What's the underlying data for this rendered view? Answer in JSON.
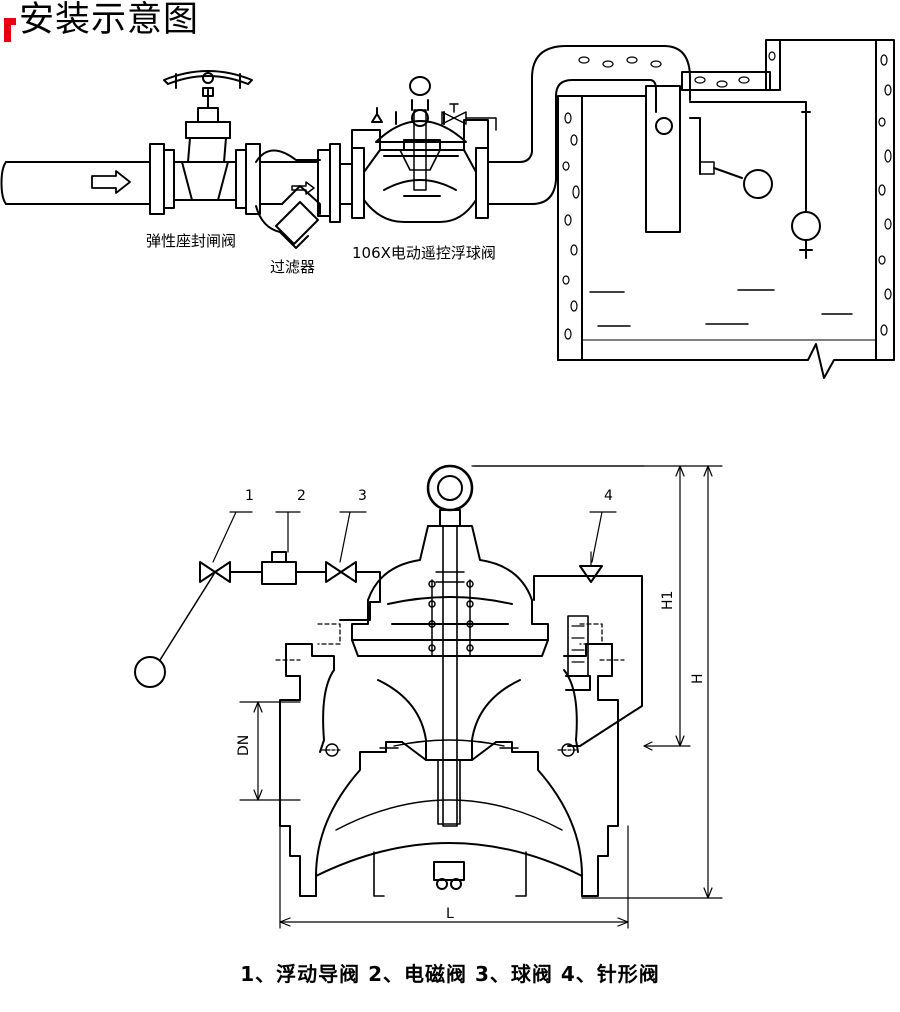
{
  "header": {
    "title": "安装示意图",
    "accent_color": "#e60012"
  },
  "installation": {
    "gate_valve_label": "弹性座封闸阀",
    "filter_label": "过滤器",
    "main_valve_label": "106X电动遥控浮球阀"
  },
  "section": {
    "callouts": [
      "1",
      "2",
      "3",
      "4"
    ],
    "dim_h1": "H1",
    "dim_h": "H",
    "dim_dn": "DN",
    "dim_l": "L"
  },
  "legend": {
    "text": "1、浮动导阀  2、电磁阀  3、球阀  4、针形阀"
  }
}
